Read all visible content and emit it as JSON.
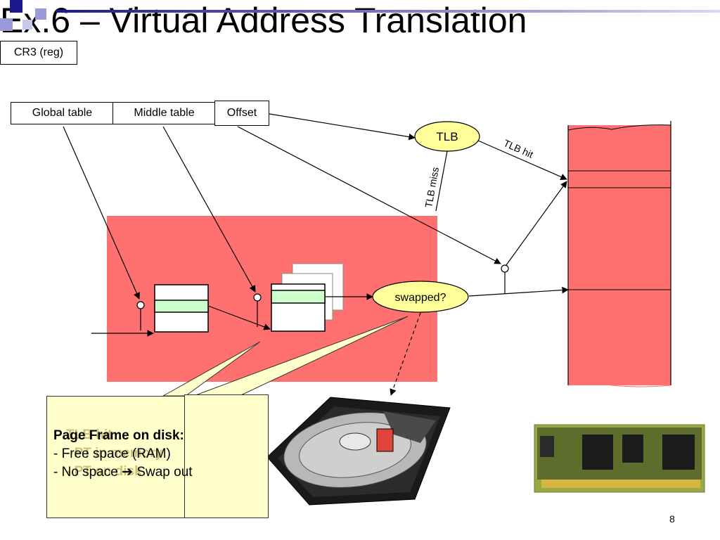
{
  "title": "Ex.6 – Virtual Address Translation",
  "virtual_address": {
    "fields": [
      "Global table",
      "Middle table",
      "Offset"
    ]
  },
  "register": "CR3 (reg)",
  "tlb": {
    "label": "TLB",
    "hit_label": "TLB hit",
    "miss_label": "TLB miss"
  },
  "swapped_label": "swapped?",
  "callout_front": {
    "heading": "Page Frame on disk:",
    "lines": [
      "- Free space (RAM)",
      "- No space ➔ Swap out"
    ]
  },
  "callout_back": {
    "lines": [
      "TLB hit",
      "- PT in memory",
      "- PT on disk"
    ]
  },
  "page_number": "8",
  "colors": {
    "memory_red": "#ff7070",
    "pt_green": "#ccffcc",
    "callout_yellow": "#ffffcc",
    "tlb_yellow": "#ffff99",
    "disk_chip_red": "#e0443a"
  },
  "icons": {
    "disk": "hard-disk-drive-image",
    "ram": "ram-module-image"
  }
}
